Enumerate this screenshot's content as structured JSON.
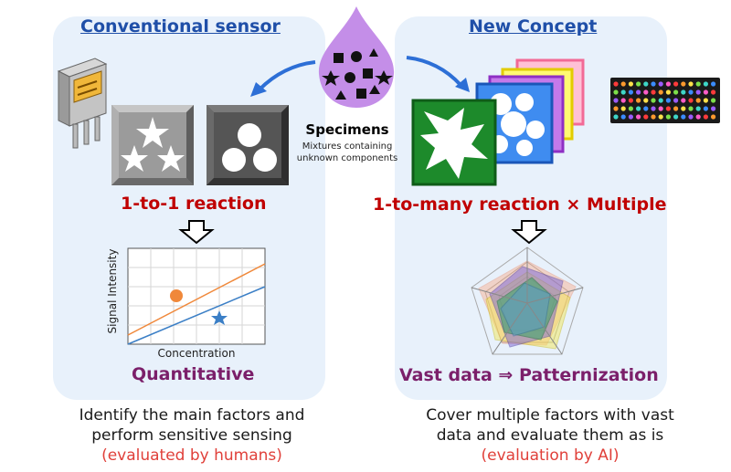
{
  "left": {
    "title": "Conventional sensor",
    "reaction_label": "1-to-1 reaction",
    "result_label": "Quantitative",
    "caption_line1": "Identify the main factors and",
    "caption_line2": "perform sensitive sensing",
    "caption_note": "(evaluated by humans)",
    "chart": {
      "x_label": "Concentration",
      "y_label": "Signal Intensity",
      "series_colors": [
        "#f0883a",
        "#3b7fc6"
      ]
    }
  },
  "right": {
    "title": "New Concept",
    "reaction_label": "1-to-many reaction × Multiple",
    "result_label": "Vast data ⇒ Patternization",
    "caption_line1": "Cover multiple factors with vast",
    "caption_line2": "data and evaluate them as is",
    "caption_note": "(evaluation by AI)"
  },
  "center": {
    "specimen_title": "Specimens",
    "specimen_sub1": "Mixtures containing",
    "specimen_sub2": "unknown components",
    "drop_color": "#c48ee8"
  },
  "colors": {
    "title_blue": "#1f4fa8",
    "reaction_red": "#c00000",
    "result_purple": "#7b1f6a",
    "note_red": "#e0403a",
    "panel_bg": "#e8f1fb"
  }
}
